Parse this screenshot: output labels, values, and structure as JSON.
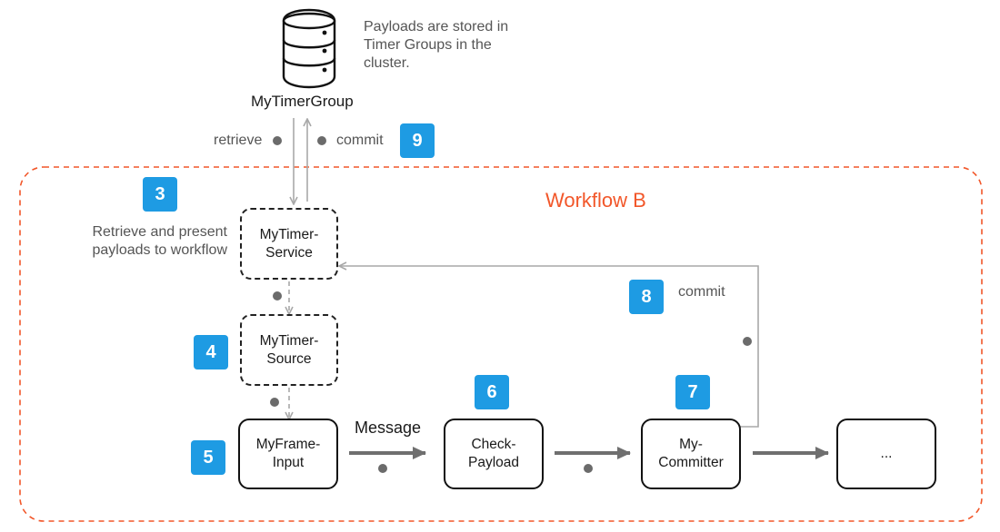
{
  "storage": {
    "name": "MyTimerGroup",
    "note": "Payloads are stored in Timer Groups in the cluster.",
    "retrieve_label": "retrieve",
    "commit_label": "commit"
  },
  "workflow": {
    "title": "Workflow B",
    "nodes": {
      "timer_service": "MyTimer-\nService",
      "timer_source": "MyTimer-\nSource",
      "frame_input": "MyFrame-\nInput",
      "check_payload": "Check-\nPayload",
      "committer": "My-\nCommitter",
      "ellipsis": "..."
    },
    "message_label": "Message",
    "commit_label": "commit",
    "retrieve_note": "Retrieve and present payloads to workflow"
  },
  "badges": [
    "3",
    "4",
    "5",
    "6",
    "7",
    "8",
    "9"
  ],
  "colors": {
    "badge": "#1e9be3",
    "workflow_border": "#f2572a",
    "arrow_thin": "#a8a8a8",
    "arrow_thick": "#6f6f6f",
    "dot": "#6b6b6b"
  }
}
